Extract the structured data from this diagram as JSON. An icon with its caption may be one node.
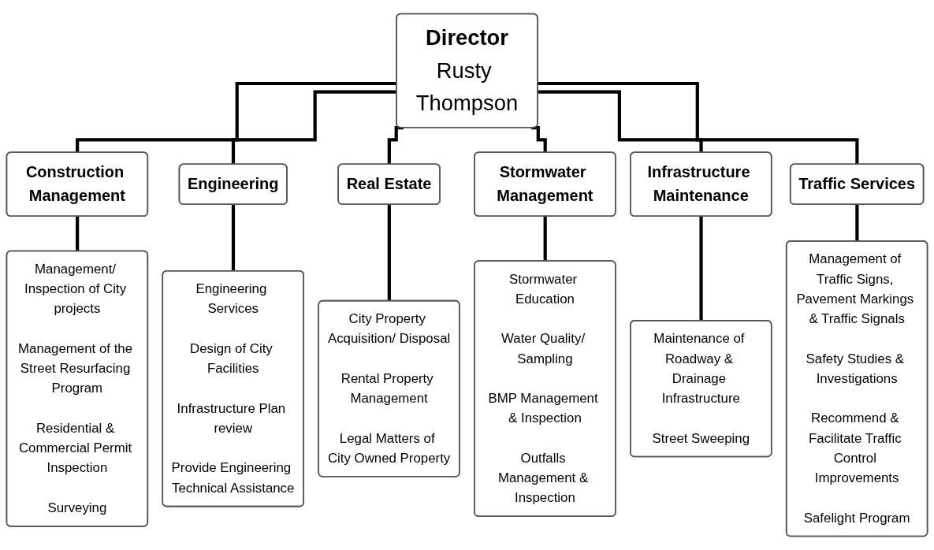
{
  "diagram": {
    "nodes": [
      {
        "text": [
          "Director",
          "Rusty Thompson"
        ]
      },
      {
        "text": [
          "Construction Management"
        ]
      },
      {
        "text": [
          "Management/ Inspection of City projects",
          "Management of the Street Resurfacing Program",
          "Residential & Commercial Permit Inspection",
          "Surveying"
        ]
      },
      {
        "text": [
          "Engineering"
        ]
      },
      {
        "text": [
          "Engineering Services",
          "Design of City Facilities",
          "Infrastructure Plan review",
          "Provide Engineering Technical Assistance"
        ]
      },
      {
        "text": [
          "Real Estate"
        ]
      },
      {
        "text": [
          "City Property Acquisition/ Disposal",
          "Rental Property Management",
          "Legal Matters of City Owned Property"
        ]
      },
      {
        "text": [
          "Stormwater Management"
        ]
      },
      {
        "text": [
          "Stormwater Education",
          "Water Quality/ Sampling",
          "BMP Management & Inspection",
          "Outfalls Management & Inspection"
        ]
      },
      {
        "text": [
          "Infrastructure Maintenance"
        ]
      },
      {
        "text": [
          "Maintenance of Roadway & Drainage Infrastructure",
          "Street Sweeping"
        ]
      },
      {
        "text": [
          "Traffic Services"
        ]
      },
      {
        "text": [
          "Management of Traffic Signs, Pavement Markings & Traffic Signals",
          "Safety Studies & Investigations",
          "Recommend & Facilitate Traffic Control Improvements",
          "Safelight Program"
        ]
      }
    ],
    "edges": [
      {
        "from": 0,
        "to": 1,
        "arrow": "none"
      },
      {
        "from": 0,
        "to": 3,
        "arrow": "none"
      },
      {
        "from": 0,
        "to": 5,
        "arrow": "none"
      },
      {
        "from": 0,
        "to": 7,
        "arrow": "none"
      },
      {
        "from": 0,
        "to": 9,
        "arrow": "none"
      },
      {
        "from": 0,
        "to": 11,
        "arrow": "none"
      },
      {
        "from": 1,
        "to": 2,
        "arrow": "none"
      },
      {
        "from": 3,
        "to": 4,
        "arrow": "none"
      },
      {
        "from": 5,
        "to": 6,
        "arrow": "none"
      },
      {
        "from": 7,
        "to": 8,
        "arrow": "none"
      },
      {
        "from": 9,
        "to": 10,
        "arrow": "none"
      },
      {
        "from": 11,
        "to": 12,
        "arrow": "none"
      }
    ]
  }
}
